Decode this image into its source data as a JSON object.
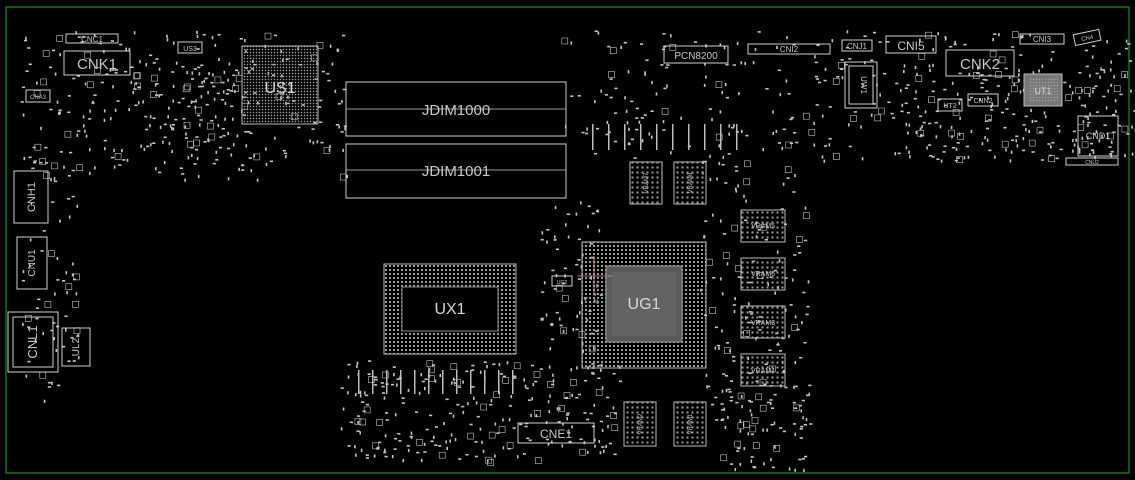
{
  "board": {
    "border_color": "#1f8a1f",
    "silk_color": "#d0d0d0",
    "labels": {
      "cnc1": "CNC1",
      "cnk1": "CNK1",
      "us3": "US3",
      "us1": "US1",
      "cna3": "CNA3",
      "jdim1000": "JDIM1000",
      "jdim1001": "JDIM1001",
      "pcn8200": "PCN8200",
      "cni2": "CNI2",
      "cnj1": "CNJ1",
      "cni5": "CNI5",
      "cnk2": "CNK2",
      "cni3": "CNI3",
      "cn4": "CN4",
      "ut2": "UT2",
      "cnn2": "CNN2",
      "ut1": "UT1",
      "cnd1": "CND1",
      "cnu2": "CNU2",
      "cnh1": "CNH1",
      "cnu1": "CNU1",
      "cnl1": "CNL1",
      "ul2": "UL2",
      "ux1": "UX1",
      "ug1": "UG1",
      "ug2": "UG2",
      "vram1": "VRAM1",
      "vram2": "VRAM2",
      "vram3": "VRAM3",
      "vram4": "VRAM4",
      "vram5": "VRAM5",
      "vram6": "VRAM6",
      "vram7": "VRAM7",
      "vram8": "VRAM8",
      "cne1": "CNE1",
      "uw1": "UW1"
    }
  }
}
